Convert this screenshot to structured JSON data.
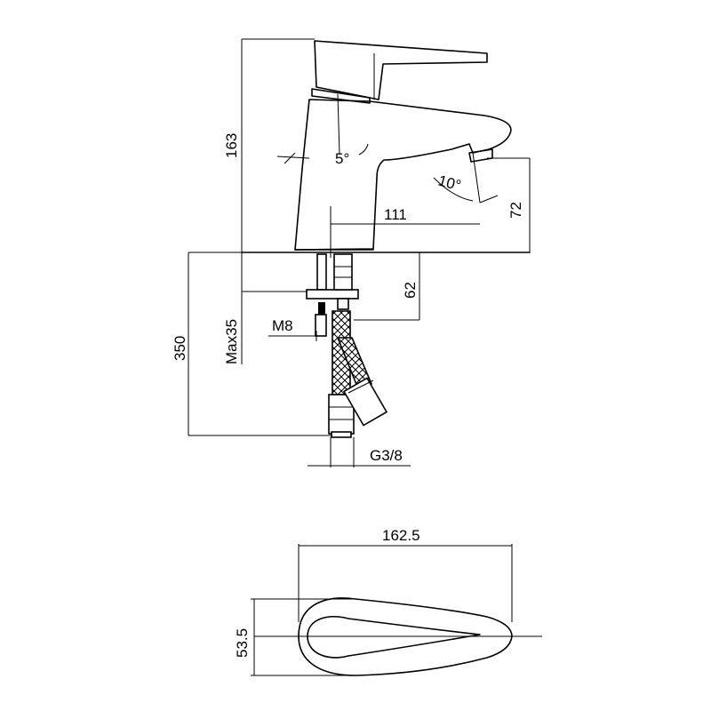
{
  "dimensions": {
    "height_total": "163",
    "lever_angle": "5°",
    "spout_angle": "10°",
    "spout_reach": "111",
    "spout_height": "72",
    "connector_length": "62",
    "install_length": "350",
    "max_thickness": "Max35",
    "rod_thread": "M8",
    "hose_thread": "G3/8",
    "top_length": "162.5",
    "top_width": "53.5"
  },
  "colors": {
    "line": "#000000",
    "background": "#ffffff"
  }
}
